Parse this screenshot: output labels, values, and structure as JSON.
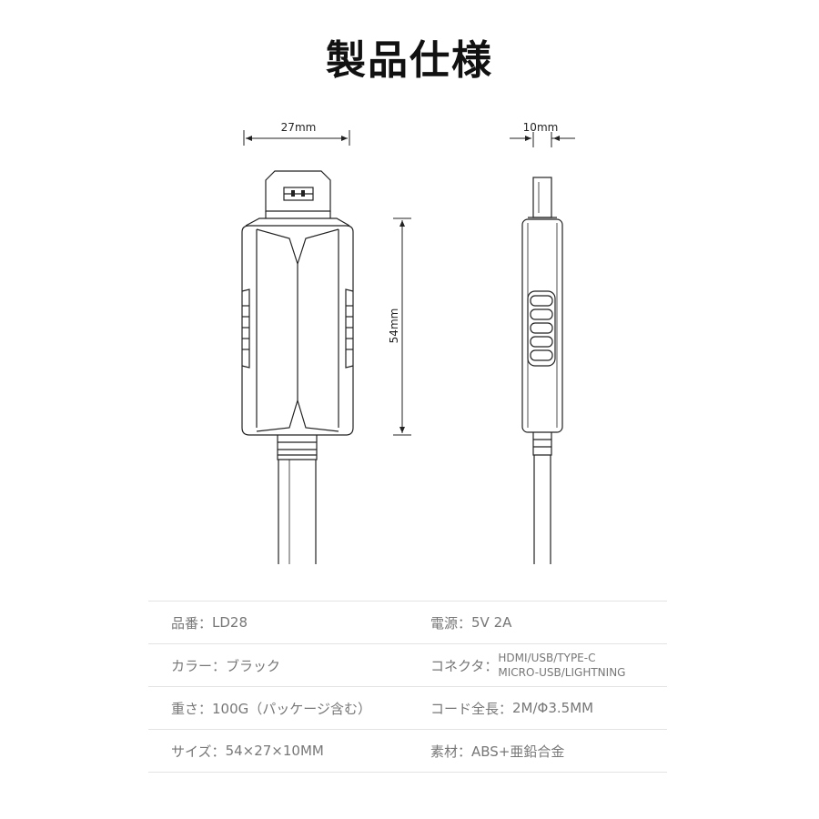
{
  "title": "製品仕様",
  "diagram": {
    "width_label": "27mm",
    "height_label": "54mm",
    "depth_label": "10mm"
  },
  "specs": [
    {
      "left": {
        "label": "品番：",
        "value": "LD28"
      },
      "right": {
        "label": "電源：",
        "value": "5V 2A"
      }
    },
    {
      "left": {
        "label": "カラー：",
        "value": "ブラック"
      },
      "right": {
        "label": "コネクタ：",
        "value_lines": [
          "HDMI/USB/TYPE-C",
          "MICRO-USB/LIGHTNING"
        ]
      }
    },
    {
      "left": {
        "label": "重さ：",
        "value": "100G（パッケージ含む）"
      },
      "right": {
        "label": "コード全長：",
        "value": "2M/Φ3.5MM"
      }
    },
    {
      "left": {
        "label": "サイズ：",
        "value": "54×27×10MM"
      },
      "right": {
        "label": "素材：",
        "value": "ABS+亜鉛合金"
      }
    }
  ]
}
